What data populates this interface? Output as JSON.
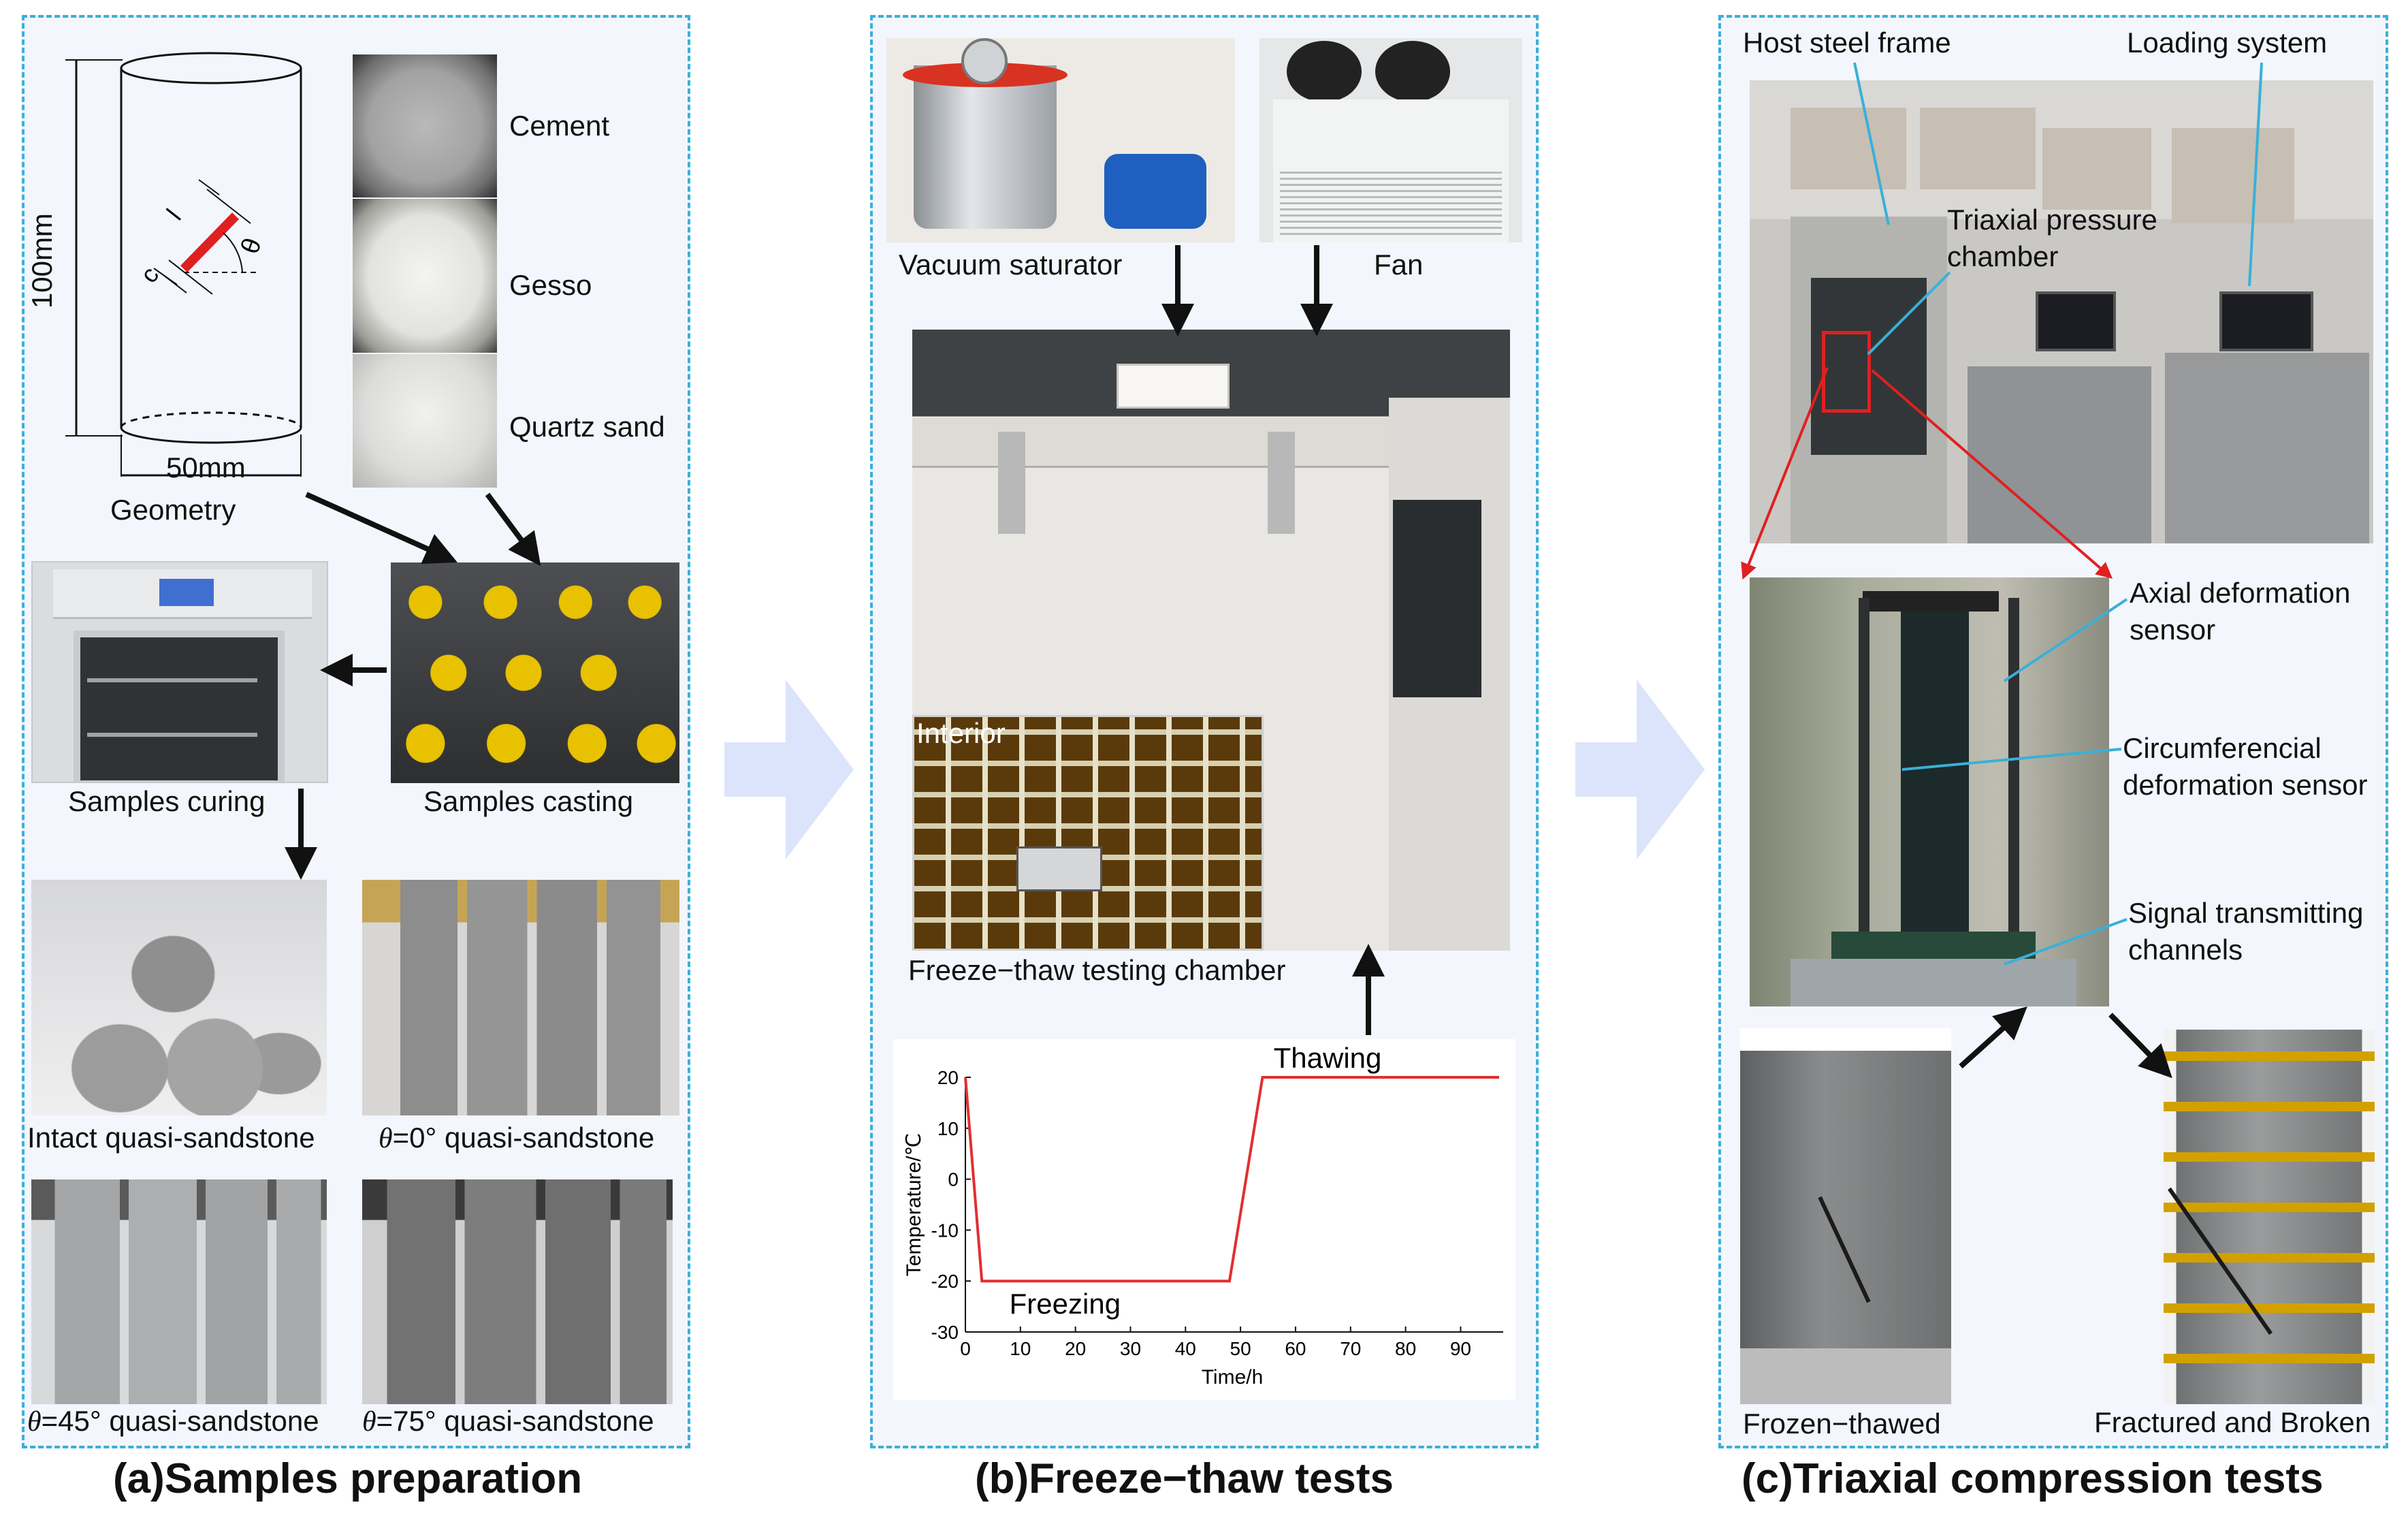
{
  "panel_a": {
    "caption": "(a)Samples preparation",
    "geometry": {
      "height_dim": "100mm",
      "width_dim": "50mm",
      "label": "Geometry",
      "sym_l": "l",
      "sym_c": "c",
      "sym_theta": "θ"
    },
    "materials": [
      "Cement",
      "Gesso",
      "Quartz sand"
    ],
    "samples_curing": "Samples curing",
    "samples_casting": "Samples casting",
    "intact": "Intact quasi-sandstone",
    "theta0": {
      "sym": "θ",
      "rest": "=0° quasi-sandstone"
    },
    "theta45": {
      "sym": "θ",
      "rest": "=45° quasi-sandstone"
    },
    "theta75": {
      "sym": "θ",
      "rest": "=75° quasi-sandstone"
    }
  },
  "panel_b": {
    "caption": "(b)Freeze−thaw tests",
    "vacuum": "Vacuum saturator",
    "fan": "Fan",
    "interior": "Interior",
    "chamber": "Freeze−thaw testing chamber",
    "thawing": "Thawing",
    "freezing": "Freezing"
  },
  "panel_c": {
    "caption": "(c)Triaxial compression tests",
    "host_frame": "Host steel frame",
    "loading": "Loading system",
    "triaxial_1": "Triaxial pressure",
    "triaxial_2": "chamber",
    "axial_1": "Axial deformation",
    "axial_2": "sensor",
    "circ_1": "Circumferencial",
    "circ_2": "deformation sensor",
    "signal_1": "Signal transmitting",
    "signal_2": "channels",
    "frozen": "Frozen−thawed",
    "fractured": "Fractured and Broken"
  },
  "colors": {
    "panel_border": "#3ab0d8",
    "panel_bg": "#f3f6fd",
    "curve": "#e03030",
    "callout": "#3ab0d8",
    "red_line": "#e02020"
  },
  "chart_data": {
    "type": "line",
    "xlabel": "Time/h",
    "ylabel": "Temperature/℃",
    "xlim": [
      0,
      97
    ],
    "ylim": [
      -30,
      20
    ],
    "xticks": [
      0,
      10,
      20,
      30,
      40,
      50,
      60,
      70,
      80,
      90
    ],
    "yticks": [
      -30,
      -20,
      -10,
      0,
      10,
      20
    ],
    "x": [
      0,
      3,
      48,
      54,
      97
    ],
    "y": [
      20,
      -20,
      -20,
      20,
      20
    ],
    "annotations": [
      {
        "text": "Thawing"
      },
      {
        "text": "Freezing"
      }
    ]
  }
}
